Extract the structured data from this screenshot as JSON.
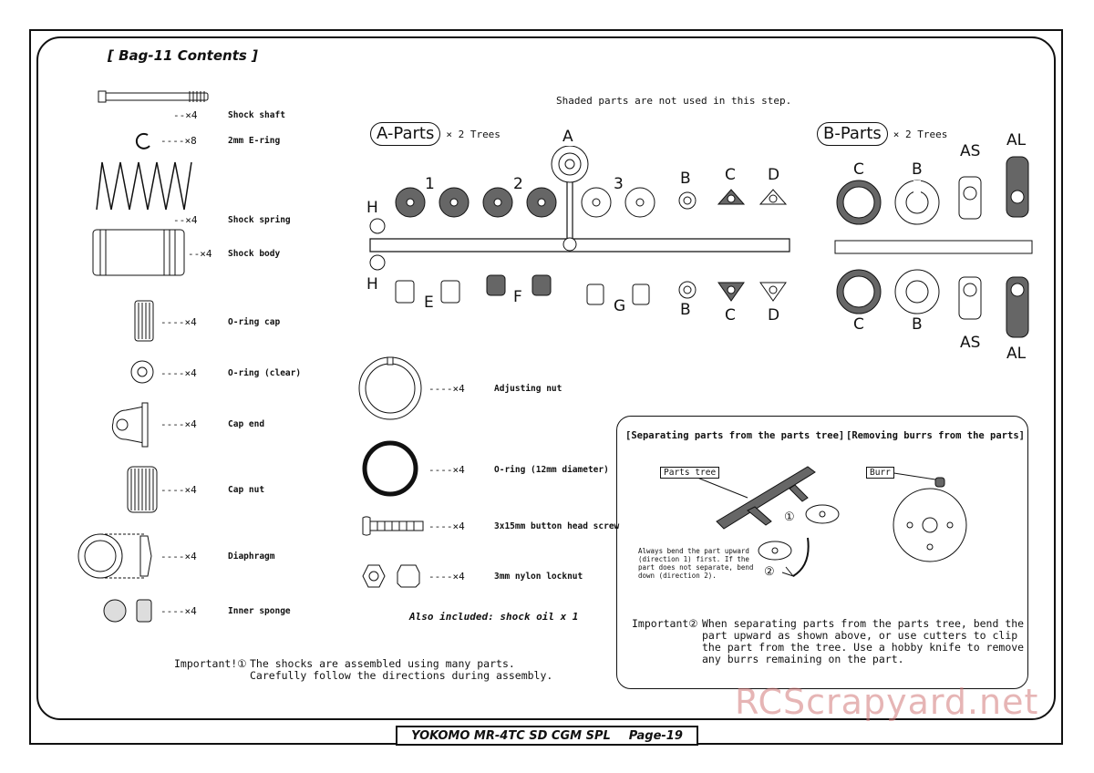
{
  "title": "[ Bag-11 Contents ]",
  "note_shaded": "Shaded parts are not used in this step.",
  "left_parts": [
    {
      "qty": "--×4",
      "label": "Shock shaft"
    },
    {
      "qty": "----×8",
      "label": "2mm E-ring"
    },
    {
      "qty": "--×4",
      "label": "Shock spring"
    },
    {
      "qty": "--×4",
      "label": "Shock body"
    },
    {
      "qty": "----×4",
      "label": "O-ring cap"
    },
    {
      "qty": "----×4",
      "label": "O-ring (clear)"
    },
    {
      "qty": "----×4",
      "label": "Cap end"
    },
    {
      "qty": "----×4",
      "label": "Cap nut"
    },
    {
      "qty": "----×4",
      "label": "Diaphragm"
    },
    {
      "qty": "----×4",
      "label": "Inner sponge"
    }
  ],
  "mid_parts": [
    {
      "qty": "----×4",
      "label": "Adjusting nut"
    },
    {
      "qty": "----×4",
      "label": "O-ring (12mm diameter)"
    },
    {
      "qty": "----×4",
      "label": "3x15mm button head screw"
    },
    {
      "qty": "----×4",
      "label": "3mm nylon locknut"
    }
  ],
  "also_included": "Also included: shock oil x 1",
  "important1": {
    "prefix": "Important!①",
    "line1": "The shocks are assembled using many parts.",
    "line2": "Carefully follow the directions during assembly."
  },
  "a_parts": {
    "badge": "A-Parts",
    "trees": "× 2 Trees",
    "letters": {
      "A": "A",
      "n1": "1",
      "n2": "2",
      "n3": "3",
      "B": "B",
      "C": "C",
      "D": "D",
      "H": "H",
      "E": "E",
      "F": "F",
      "G": "G"
    }
  },
  "b_parts": {
    "badge": "B-Parts",
    "trees": "× 2 Trees",
    "letters": {
      "C": "C",
      "B": "B",
      "AS": "AS",
      "AL": "AL"
    }
  },
  "sep_box": {
    "heading1": "[Separating parts from the parts tree]",
    "heading2": "[Removing burrs from the parts]",
    "tag_tree": "Parts tree",
    "tag_burr": "Burr",
    "mark1": "①",
    "mark2": "②",
    "small_note": [
      "Always bend the part upward",
      "(direction 1) first. If the",
      "part does not separate, bend",
      "down (direction 2)."
    ],
    "important2_prefix": "Important②",
    "important2_lines": [
      "When separating parts from the parts tree, bend the",
      "part upward as shown above, or use cutters to clip",
      "the part from the tree.  Use a hobby knife to remove",
      "any burrs remaining on the part."
    ]
  },
  "footer": {
    "model": "YOKOMO MR-4TC SD CGM SPL",
    "page": "Page-19"
  },
  "watermark": "RCScrapyard.net"
}
